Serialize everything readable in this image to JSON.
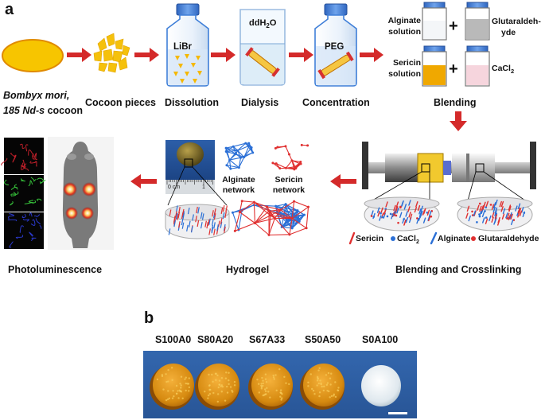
{
  "panel_a_letter": "a",
  "panel_b_letter": "b",
  "steps": {
    "cocoon": "Bombyx mori,",
    "cocoon_line2_a": "185 Nd-s",
    "cocoon_line2_b": " cocoon",
    "pieces": "Cocoon pieces",
    "dissolution": "Dissolution",
    "dialysis": "Dialysis",
    "concentration": "Concentration",
    "blending": "Blending",
    "crosslinking": "Blending and Crosslinking",
    "hydrogel": "Hydrogel",
    "photoluminescence": "Photoluminescence"
  },
  "bottles": {
    "libr": "LiBr",
    "water_main": "ddH",
    "water_sub": "2",
    "water_end": "O",
    "peg": "PEG"
  },
  "blending": {
    "alginate_1": "Alginate",
    "alginate_2": "solution",
    "sericin_1": "Sericin",
    "sericin_2": "solution",
    "glut_1": "Glutaraldeh-",
    "glut_2": "yde",
    "cacl": "CaCl",
    "cacl_sub": "2",
    "plus": "+"
  },
  "legend": {
    "sericin": "Sericin",
    "cacl": "CaCl",
    "cacl_sub": "2",
    "alginate": "Alginate",
    "glutaraldehyde": "Glutaraldehyde"
  },
  "networks": {
    "alginate_1": "Alginate",
    "alginate_2": "network",
    "sericin_1": "Sericin",
    "sericin_2": "network"
  },
  "ruler": {
    "left": "0 cm",
    "right": "1"
  },
  "samples": [
    "S100A0",
    "S80A20",
    "S67A33",
    "S50A50",
    "S0A100"
  ],
  "colors": {
    "arrow": "#d42a2a",
    "sericin_yellow": "#f5b800",
    "cocoon": "#f7c500",
    "alginate_blue": "#2a6fd6",
    "sericin_red": "#e03030",
    "bottle_blue": "#3f7fd8",
    "photo_bg": "#274a8c"
  }
}
